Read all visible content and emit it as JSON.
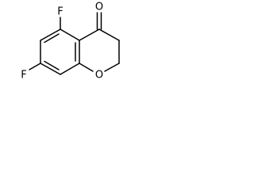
{
  "molecule": {
    "atoms": {
      "carbonyl_oxygen": "O",
      "fluorine_5": "F",
      "fluorine_7": "F",
      "ring_oxygen": "O"
    }
  }
}
